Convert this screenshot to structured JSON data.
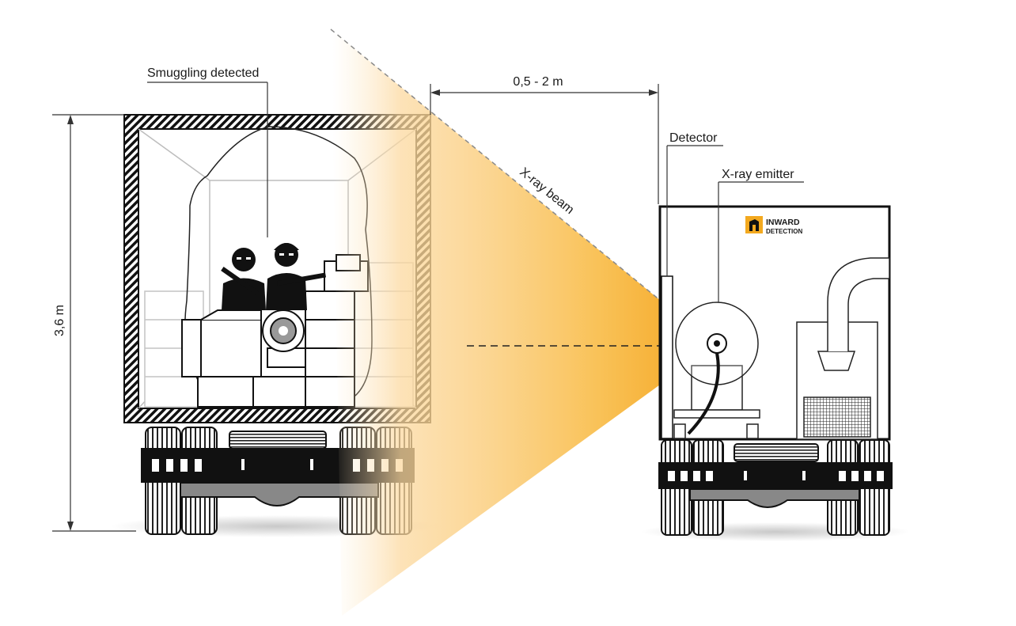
{
  "labels": {
    "smuggling": "Smuggling detected",
    "height": "3,6 m",
    "distance": "0,5 - 2 m",
    "beam": "X-ray beam",
    "detector": "Detector",
    "emitter": "X-ray emitter"
  },
  "logo": {
    "line1": "INWARD",
    "line2": "DETECTION",
    "icon": "inward-detection-logo-icon"
  },
  "colors": {
    "beam": "#f6ae2d",
    "logo_accent": "#f3a91f",
    "outline": "#111111"
  }
}
